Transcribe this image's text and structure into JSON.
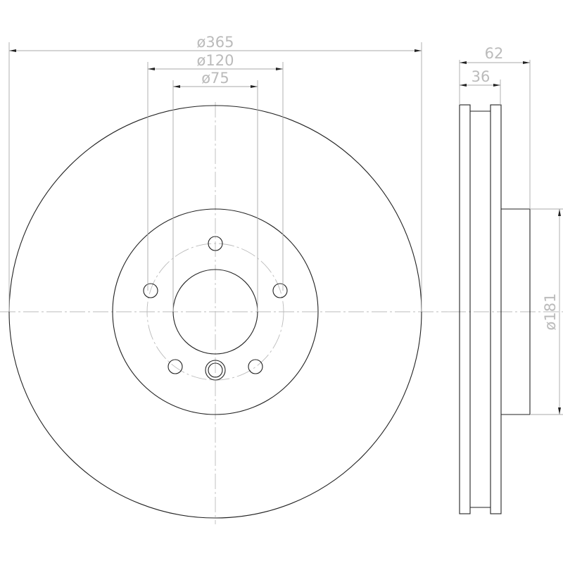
{
  "dimensions": {
    "outer_diameter": "ø365",
    "bolt_circle_diameter": "ø120",
    "center_bore_diameter": "ø75",
    "overall_height": "62",
    "disc_thickness": "36",
    "hat_diameter": "ø181"
  },
  "colors": {
    "object_line": "#222222",
    "dimension_line": "#aaaaaa"
  }
}
